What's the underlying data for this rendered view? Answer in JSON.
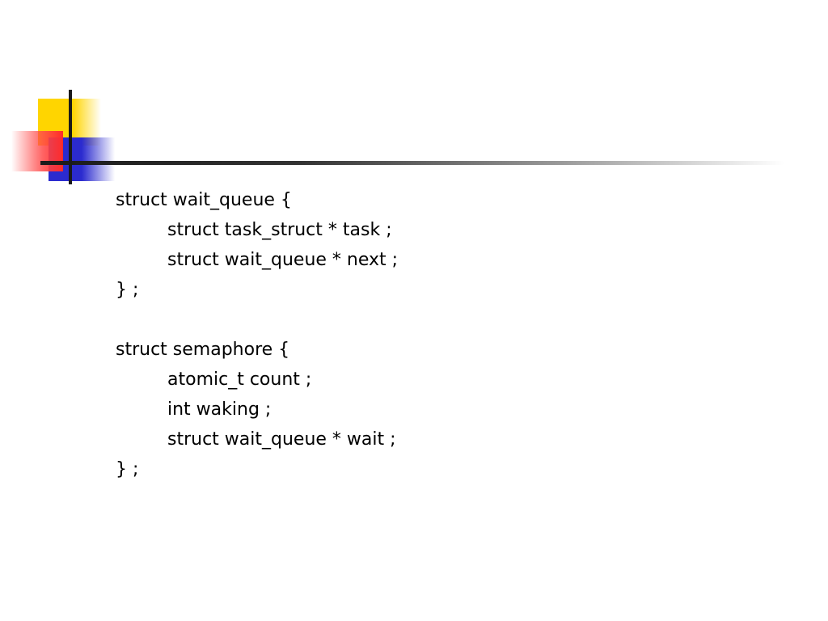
{
  "slide": {
    "decor_colors": {
      "yellow": "#FFD500",
      "red": "#FF3B3B",
      "blue": "#2B2BCF",
      "rule": "#1a1a1a"
    },
    "code_lines": [
      {
        "text": "struct wait_queue {",
        "indent": false
      },
      {
        "text": "struct task_struct * task ;",
        "indent": true
      },
      {
        "text": "struct wait_queue * next ;",
        "indent": true
      },
      {
        "text": "} ;",
        "indent": false
      },
      {
        "text": "",
        "indent": false
      },
      {
        "text": "struct semaphore {",
        "indent": false
      },
      {
        "text": "atomic_t count ;",
        "indent": true
      },
      {
        "text": "int waking ;",
        "indent": true
      },
      {
        "text": "struct wait_queue * wait ;",
        "indent": true
      },
      {
        "text": "} ;",
        "indent": false
      }
    ]
  }
}
